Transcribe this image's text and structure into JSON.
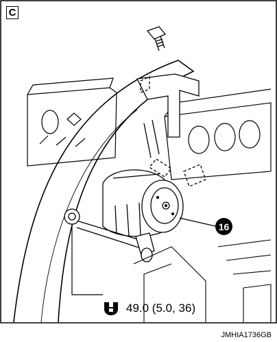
{
  "view_label": "C",
  "part_callout": "16",
  "torque_spec": "49.0 (5.0, 36)",
  "reference_code": "JMHIA1736GB",
  "icons": {
    "torque": "torque-wrench-icon"
  }
}
